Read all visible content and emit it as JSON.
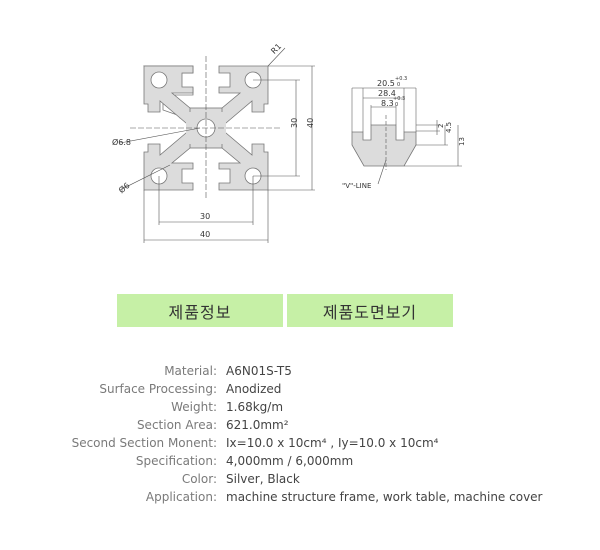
{
  "drawing": {
    "dims": {
      "r1": "R1",
      "d68": "Ø6.8",
      "d6": "Ø6",
      "inner_h": "30",
      "outer_h": "40",
      "inner_w": "30",
      "outer_w": "40",
      "slot_205": "20.5",
      "tol_03": "+0.3",
      "tol_0": "0",
      "slot_284": "28.4",
      "slot_83": "8.3",
      "s2": "2",
      "s45": "4.5",
      "s13": "13",
      "vline": "\"V\"-LINE"
    },
    "fill": "#dcdcdc"
  },
  "tabs": [
    {
      "label": "제품정보"
    },
    {
      "label": "제품도면보기"
    }
  ],
  "tab_color": "#c6f0a6",
  "specs": [
    {
      "label": "Material:",
      "value": "A6N01S-T5"
    },
    {
      "label": "Surface Processing:",
      "value": "Anodized"
    },
    {
      "label": "Weight:",
      "value": "1.68kg/m"
    },
    {
      "label": "Section Area:",
      "value": "621.0mm²"
    },
    {
      "label": "Second Section Monent:",
      "value": "Ix=10.0 x 10cm⁴  , Iy=10.0 x 10cm⁴"
    },
    {
      "label": "Specification:",
      "value": "4,000mm / 6,000mm"
    },
    {
      "label": "Color:",
      "value": "Silver, Black"
    },
    {
      "label": "Application:",
      "value": "machine structure frame, work table, machine cover"
    }
  ]
}
